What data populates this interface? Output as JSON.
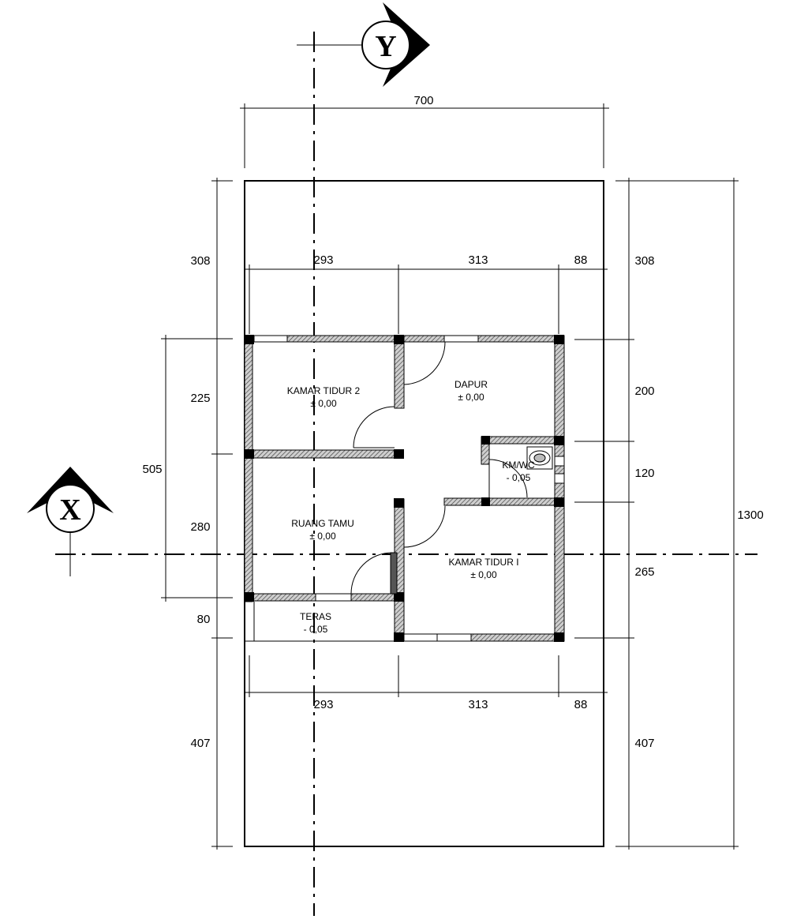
{
  "markers": {
    "y": "Y",
    "x": "X"
  },
  "dimensions": {
    "top_total": "700",
    "top_row": [
      "293",
      "313",
      "88"
    ],
    "bottom_row": [
      "293",
      "313",
      "88"
    ],
    "left_outer": [
      "308",
      "505",
      "407"
    ],
    "left_inner": [
      "225",
      "280",
      "80"
    ],
    "right_outer": "1300",
    "right_inner": [
      "308",
      "200",
      "120",
      "265",
      "407"
    ]
  },
  "rooms": {
    "kamar_tidur_2": {
      "name": "KAMAR TIDUR 2",
      "level": "± 0,00"
    },
    "dapur": {
      "name": "DAPUR",
      "level": "± 0,00"
    },
    "km_wc": {
      "name": "KM/WC",
      "level": "- 0,05"
    },
    "ruang_tamu": {
      "name": "RUANG TAMU",
      "level": "± 0,00"
    },
    "kamar_tidur_1": {
      "name": "KAMAR TIDUR I",
      "level": "± 0,00"
    },
    "teras": {
      "name": "TERAS",
      "level": "- 0,05"
    }
  }
}
